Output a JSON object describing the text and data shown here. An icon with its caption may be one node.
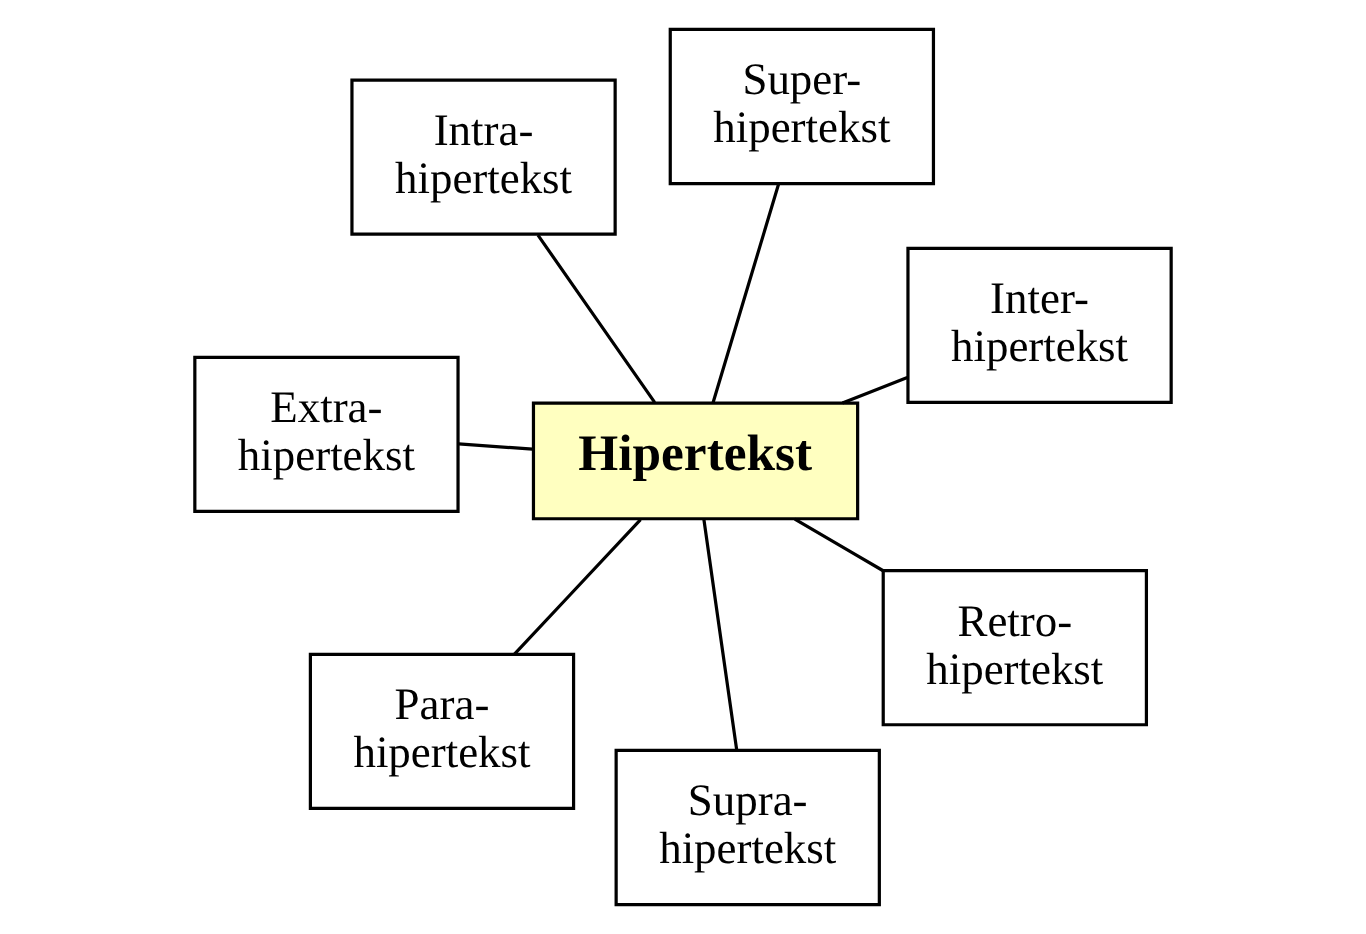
{
  "diagram": {
    "nodes": [
      {
        "text": [
          "Intra- hipertekst"
        ]
      },
      {
        "text": [
          "Inter- hipertekst"
        ]
      },
      {
        "text": [
          "Supra- hipertekst"
        ]
      },
      {
        "text": [
          "Hipertekst"
        ]
      },
      {
        "text": [
          "Super- hipertekst"
        ]
      },
      {
        "text": [
          "Extra- hipertekst"
        ]
      },
      {
        "text": [
          "Para- hipertekst"
        ]
      },
      {
        "text": [
          "Retro- hipertekst"
        ]
      }
    ],
    "edges": [
      {
        "from": 3,
        "to": 0,
        "arrow": "none"
      },
      {
        "from": 3,
        "to": 1,
        "arrow": "none"
      },
      {
        "from": 3,
        "to": 2,
        "arrow": "none"
      },
      {
        "from": 3,
        "to": 4,
        "arrow": "none"
      },
      {
        "from": 3,
        "to": 5,
        "arrow": "none"
      },
      {
        "from": 3,
        "to": 6,
        "arrow": "none"
      },
      {
        "from": 3,
        "to": 7,
        "arrow": "none"
      }
    ]
  }
}
